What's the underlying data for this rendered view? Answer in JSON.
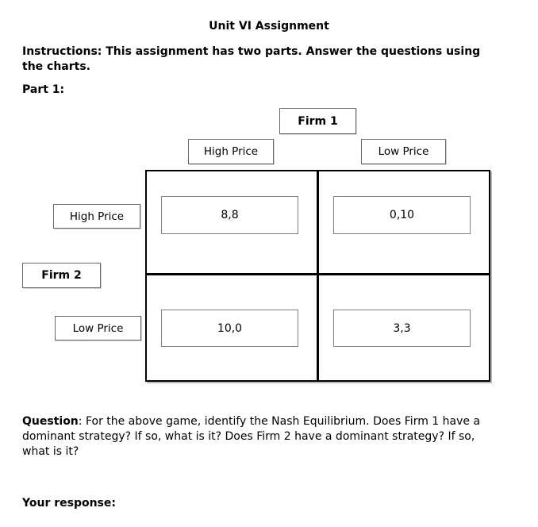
{
  "page": {
    "title": "Unit VI Assignment",
    "instructions": "Instructions: This assignment has two parts. Answer the questions using\nthe charts.",
    "part_label": "Part 1:",
    "response_label": "Your response:"
  },
  "question": {
    "label": "Question",
    "text": ": For the above game, identify the Nash Equilibrium. Does Firm 1 have a\ndominant strategy? If so, what is it? Does Firm 2 have a dominant strategy? If so,\nwhat is it?"
  },
  "matrix": {
    "player_top": "Firm 1",
    "player_side": "Firm 2",
    "col_headers": [
      "High Price",
      "Low Price"
    ],
    "row_headers": [
      "High Price",
      "Low Price"
    ],
    "payoffs": [
      [
        "8,8",
        "0,10"
      ],
      [
        "10,0",
        "3,3"
      ]
    ]
  },
  "colors": {
    "background": "#ffffff",
    "text": "#000000",
    "matrix_border": "#000000",
    "payoff_cell_border": "#7f7f7f",
    "label_box_border": "#676767"
  }
}
